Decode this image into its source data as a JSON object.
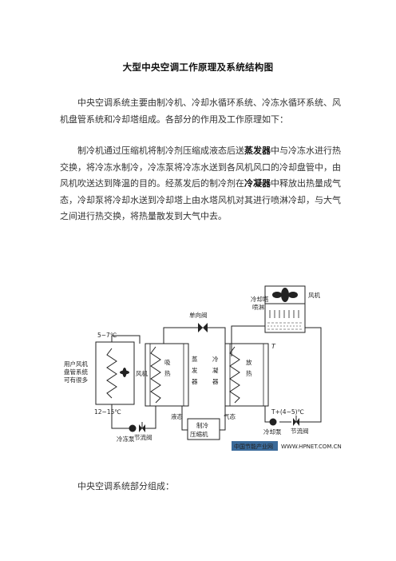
{
  "doc": {
    "title": "大型中央空调工作原理及系统结构图",
    "intro": "中央空调系统主要由制冷机、冷却水循环系统、冷冻水循环系统、风机盘管系统和冷却塔组成。各部分的作用及工作原理如下：",
    "p2_parts": {
      "a": "制冷机通过压缩机将制冷剂压缩成液态后送",
      "evaporator": "蒸发器",
      "b": "中与冷冻水进行热交换，将冷冻水制冷，冷冻泵将冷冻水送到各风机风口的冷却盘管中，由风机吹送达到降温的目的。经蒸发后的制冷剂在",
      "condenser": "冷凝器",
      "c": "中释放出热量成气态，冷却泵将冷却水送到冷却塔上由水塔风机对其进行喷淋冷却，与大气之间进行热交换，将热量散发到大气中去。"
    },
    "subheading": "中央空调系统部分组成："
  },
  "diagram": {
    "cooling_tower_label_1": "冷却塔",
    "cooling_tower_label_2": "喷淋",
    "tower_fan": "风机",
    "check_valve": "单向阀",
    "temp_supply": "5~7℃",
    "user_label": [
      "用户风机",
      "盘管系统",
      "可有很多"
    ],
    "user_fan": "风机",
    "temp_return": "12~15℃",
    "evap_chars": [
      "吸",
      "热"
    ],
    "evap_name": [
      "蒸",
      "发",
      "器"
    ],
    "cond_name": [
      "冷",
      "凝",
      "器"
    ],
    "cond_chars": [
      "放",
      "热"
    ],
    "temp_T": "T",
    "temp_T2": "T+(4~5)℃",
    "liquid": "液态",
    "gas": "气态",
    "compressor": [
      "制冷",
      "压缩机"
    ],
    "chilled_pump": "冷冻泵",
    "throttle_1": "节流阀",
    "cooling_pump": "冷却泵",
    "throttle_2": "节流阀",
    "wm_cn": "中国节能产业网",
    "wm_url": "WWW.HPNET.COM.CN",
    "colors": {
      "watermark_bg": "#3a6a9a"
    }
  }
}
